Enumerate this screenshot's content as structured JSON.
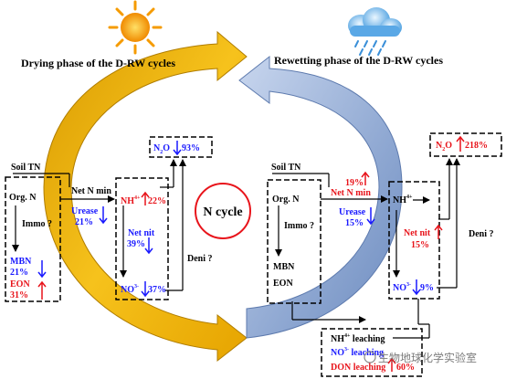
{
  "drying": {
    "title": "Drying phase of the D-RW cycles",
    "soil_tn": "Soil TN",
    "org_n": "Org. N",
    "immo": "Immo ?",
    "mbn_label": "MBN",
    "mbn_value": "21%",
    "eon_label": "EON",
    "eon_value": "31%",
    "net_n_min": "Net N min",
    "urease_label": "Urease",
    "urease_value": "21%",
    "nh4": "NH",
    "nh4_value": "22%",
    "net_nit": "Net nit",
    "net_nit_value": "39%",
    "no3": "NO",
    "no3_value": "37%",
    "n2o": "N",
    "n2o_value": "93%",
    "deni": "Deni ?"
  },
  "center": {
    "label": "N cycle"
  },
  "rewetting": {
    "title": "Rewetting phase of the D-RW cycles",
    "soil_tn": "Soil TN",
    "org_n": "Org. N",
    "immo": "Immo ?",
    "mbn_label": "MBN",
    "eon_label": "EON",
    "net_n_min_value": "19%",
    "net_n_min": "Net N min",
    "urease_label": "Urease",
    "urease_value": "15%",
    "nh4": "NH",
    "net_nit": "Net nit",
    "net_nit_value": "15%",
    "no3": "NO",
    "no3_value": "9%",
    "n2o": "N",
    "n2o_value": "218%",
    "deni": "Deni ?",
    "nh4_leaching": "NH",
    "nh4_leaching_suffix": " leaching",
    "no3_leaching": "NO",
    "no3_leaching_suffix": " leaching",
    "don_leaching": "DON leaching",
    "don_leaching_value": "60%"
  },
  "watermark": "生物地球化学实验室",
  "colors": {
    "red": "#e8141b",
    "blue": "#1a1aff",
    "black": "#000000",
    "orange_arrow": "#f2b705",
    "blue_arrow": "#a9bfe0"
  }
}
